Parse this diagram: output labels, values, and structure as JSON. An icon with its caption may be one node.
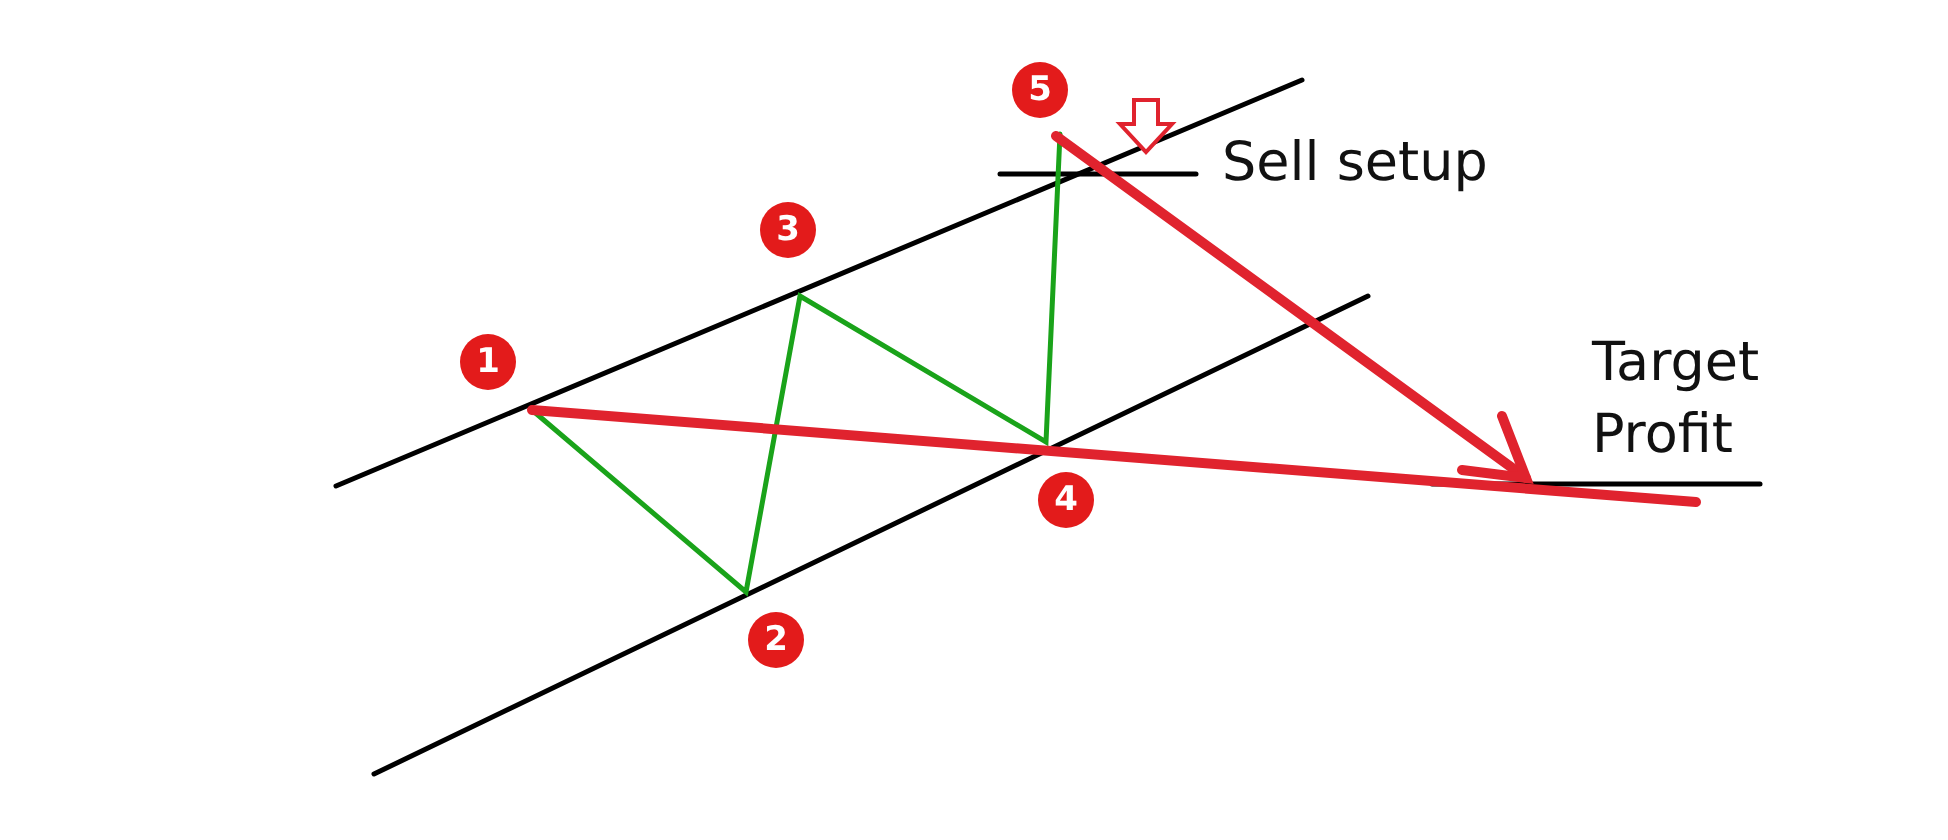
{
  "diagram": {
    "labels": [
      "5",
      "Sell setup",
      "3",
      "1",
      "Target Profit",
      "4",
      "2"
    ]
  }
}
